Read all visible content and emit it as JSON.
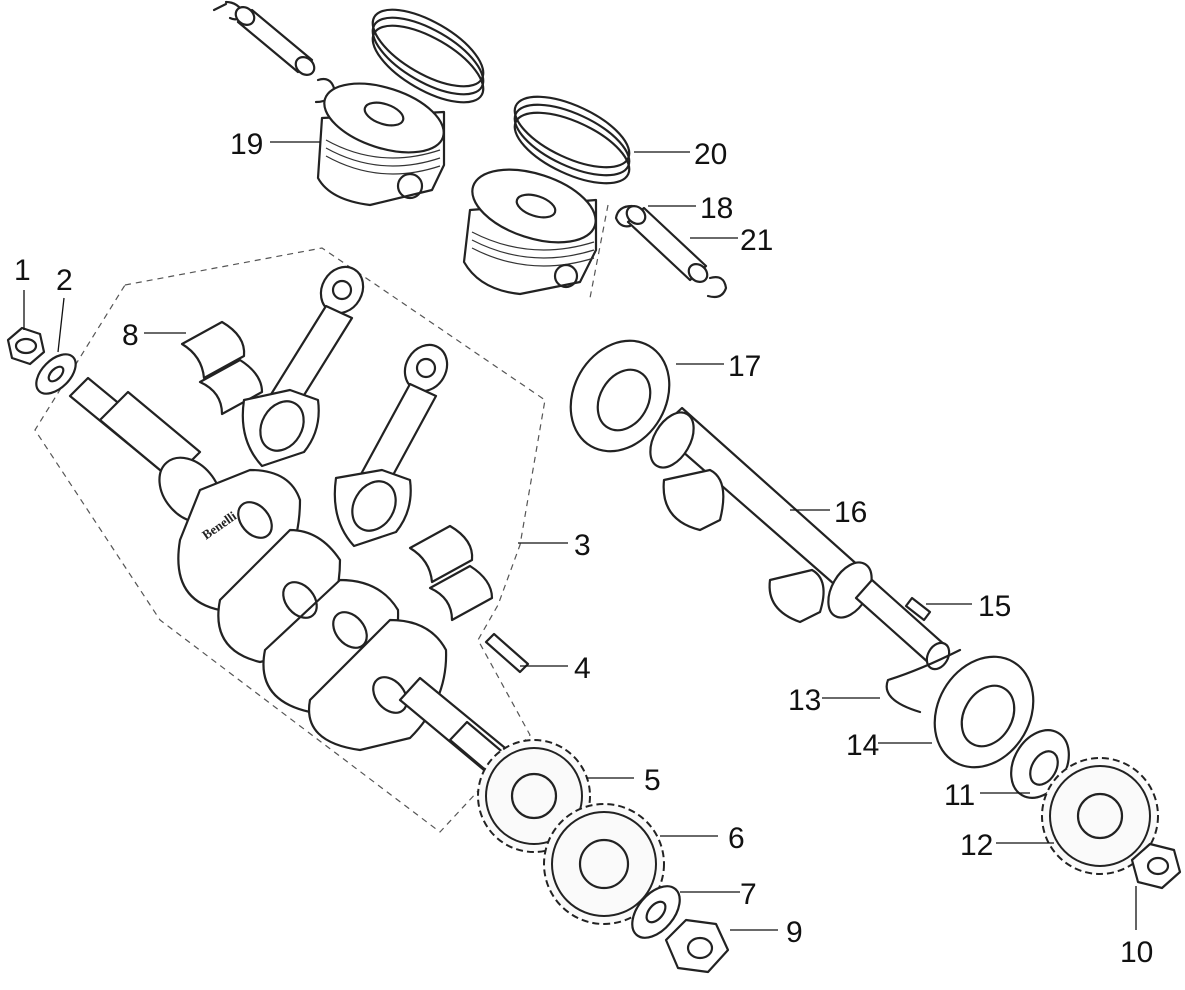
{
  "diagram": {
    "brand_mark": "Benelli",
    "callouts": [
      {
        "id": "1",
        "label": "1"
      },
      {
        "id": "2",
        "label": "2"
      },
      {
        "id": "3",
        "label": "3"
      },
      {
        "id": "4",
        "label": "4"
      },
      {
        "id": "5",
        "label": "5"
      },
      {
        "id": "6",
        "label": "6"
      },
      {
        "id": "7",
        "label": "7"
      },
      {
        "id": "8",
        "label": "8"
      },
      {
        "id": "9",
        "label": "9"
      },
      {
        "id": "10",
        "label": "10"
      },
      {
        "id": "11",
        "label": "11"
      },
      {
        "id": "12",
        "label": "12"
      },
      {
        "id": "13",
        "label": "13"
      },
      {
        "id": "14",
        "label": "14"
      },
      {
        "id": "15",
        "label": "15"
      },
      {
        "id": "16",
        "label": "16"
      },
      {
        "id": "17",
        "label": "17"
      },
      {
        "id": "18",
        "label": "18"
      },
      {
        "id": "19",
        "label": "19"
      },
      {
        "id": "20",
        "label": "20"
      },
      {
        "id": "21",
        "label": "21"
      }
    ]
  }
}
